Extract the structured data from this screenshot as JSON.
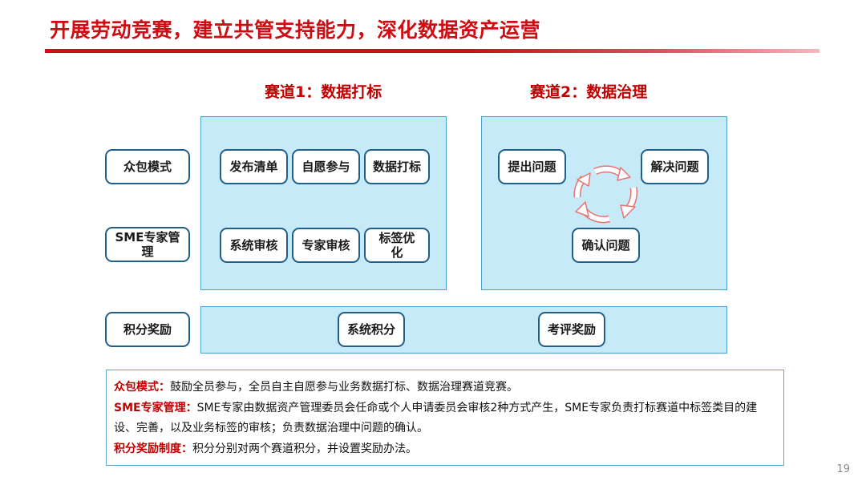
{
  "title": "开展劳动竞赛，建立共管支持能力，深化数据资产运营",
  "track1": {
    "title": "赛道1：数据打标",
    "row1": [
      "发布清单",
      "自愿参与",
      "数据打标"
    ],
    "row2": [
      "系统审核",
      "专家审核",
      "标签优化"
    ]
  },
  "track2": {
    "title": "赛道2：数据治理",
    "steps": {
      "raise": "提出问题",
      "solve": "解决问题",
      "confirm": "确认问题"
    }
  },
  "rows": {
    "crowdsourcing": "众包模式",
    "sme": "SME专家管理",
    "points": "积分奖励"
  },
  "points_bar": [
    "系统积分",
    "考评奖励"
  ],
  "description": [
    {
      "term": "众包模式：",
      "text": "鼓励全员参与，全员自主自愿参与业务数据打标、数据治理赛道竞赛。"
    },
    {
      "term": "SME专家管理：",
      "text": "SME专家由数据资产管理委员会任命或个人申请委员会审核2种方式产生，SME专家负责打标赛道中标签类目的建设、完善，以及业务标签的审核；负责数据治理中问题的确认。"
    },
    {
      "term": "积分奖励制度：",
      "text": "积分分别对两个赛道积分，并设置奖励办法。"
    }
  ],
  "page_number": "19",
  "colors": {
    "title": "#cc0d12",
    "panel_fill": "#c7eaf8",
    "box_border": "#1f5f89",
    "term": "#c00000",
    "cycle_arrow": "#e57373"
  }
}
